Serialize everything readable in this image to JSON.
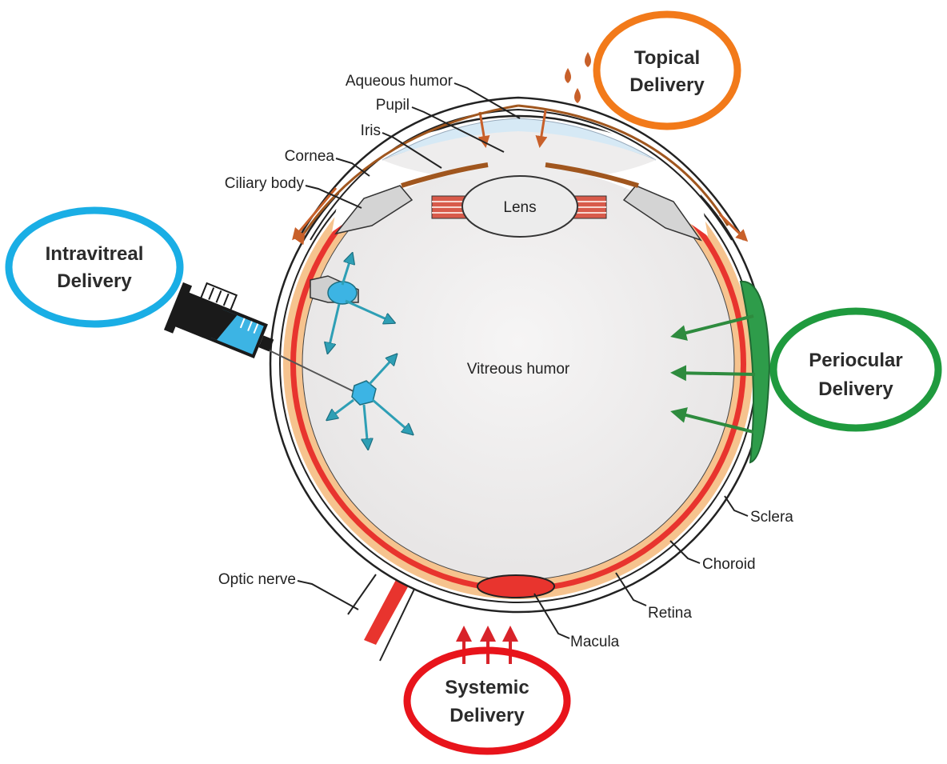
{
  "labels": {
    "aqueous_humor": "Aqueous humor",
    "pupil": "Pupil",
    "iris": "Iris",
    "cornea": "Cornea",
    "ciliary_body": "Ciliary body",
    "lens": "Lens",
    "vitreous_humor": "Vitreous humor",
    "sclera": "Sclera",
    "choroid": "Choroid",
    "retina": "Retina",
    "macula": "Macula",
    "optic_nerve": "Optic nerve"
  },
  "delivery_routes": {
    "topical": {
      "line1": "Topical",
      "line2": "Delivery",
      "color": "#F27A1A"
    },
    "intravitreal": {
      "line1": "Intravitreal",
      "line2": "Delivery",
      "color": "#1AAEE5"
    },
    "periocular": {
      "line1": "Periocular",
      "line2": "Delivery",
      "color": "#1F9A3E"
    },
    "systemic": {
      "line1": "Systemic",
      "line2": "Delivery",
      "color": "#E8141B"
    }
  },
  "colors": {
    "retina": "#E8342E",
    "choroid": "#F6C38E",
    "vitreous": "#EEEDED",
    "aqueous": "#D6E9F5",
    "iris": "#A0561E",
    "topical_arrows": "#C8602A",
    "intravitreal_arrows": "#2E9FB5",
    "periocular_arrows": "#2E8B3E",
    "systemic_arrows": "#D8232A"
  },
  "icons": {
    "syringe": "syringe-icon",
    "eye_drops": "drop-icon"
  }
}
